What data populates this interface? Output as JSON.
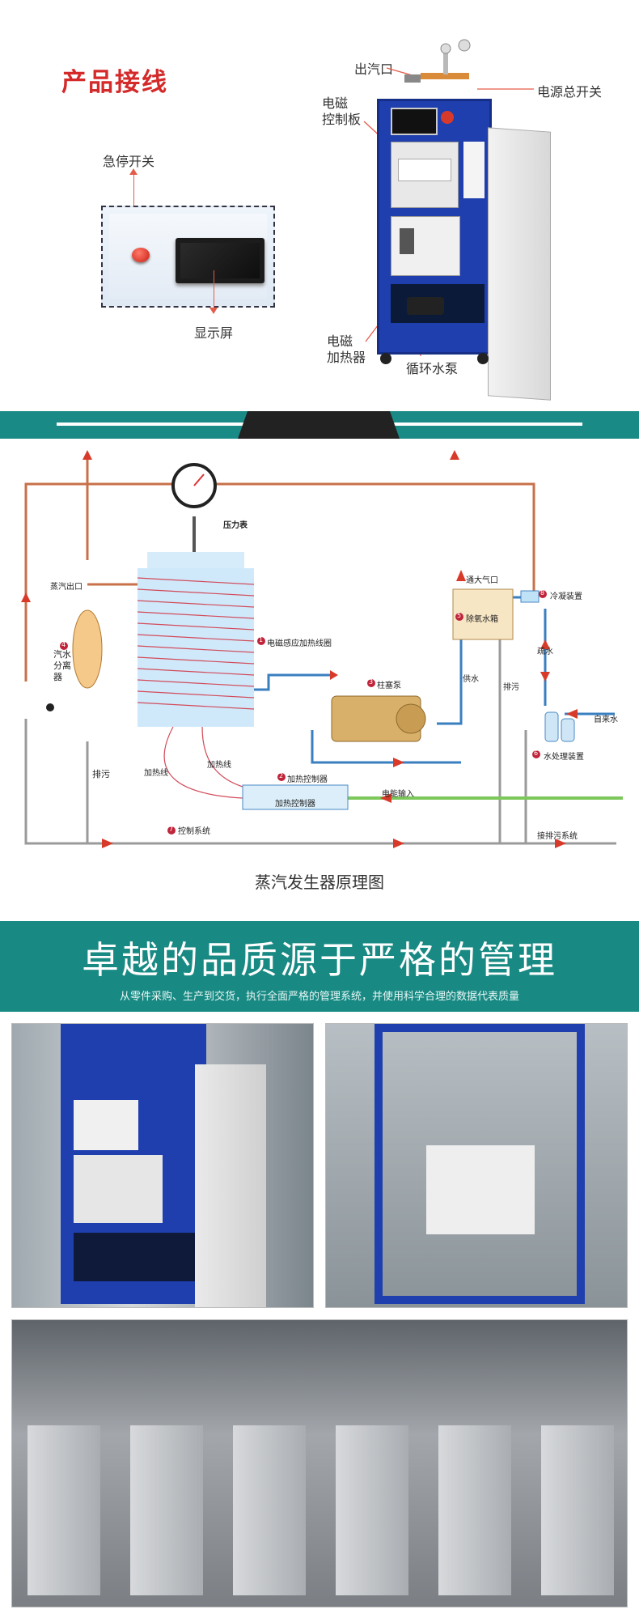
{
  "section1": {
    "title": "产品接线",
    "labels": {
      "estop": "急停开关",
      "display": "显示屏",
      "steam_outlet": "出汽口",
      "power_switch": "电源总开关",
      "control_board": "电磁\n控制板",
      "heater": "电磁\n加热器",
      "pump": "循环水泵"
    }
  },
  "diagram": {
    "caption": "蒸汽发生器原理图",
    "labels": {
      "pressure_gauge": "压力表",
      "steam_outlet": "蒸汽出口",
      "separator_num": "4",
      "separator": "汽水\n分离\n器",
      "drain_left": "排污",
      "coil_num": "1",
      "coil": "电磁感应加热线圈",
      "plunger_num": "3",
      "plunger": "柱塞泵",
      "heating_wire_1": "加热线",
      "heating_wire_2": "加热线",
      "heat_ctrl_num": "2",
      "heat_ctrl": "加热控制器",
      "heat_ctrl_box": "加热控制器",
      "power_input": "电能输入",
      "control_num": "7",
      "control_system": "控制系统",
      "vent": "通大气口",
      "deaerator_num": "5",
      "deaerator": "除氧水箱",
      "condenser_num": "8",
      "condenser": "冷凝装置",
      "supply": "供水",
      "drain_mid": "排污",
      "hydrophobic": "疏水",
      "tap_water": "自来水",
      "treat_num": "6",
      "treat": "水处理装置",
      "sewage": "接排污系统"
    }
  },
  "banner": {
    "title": "卓越的品质源于严格的管理",
    "subtitle": "从零件采购、生产到交货，执行全面严格的管理系统，并使用科学合理的数据代表质量"
  },
  "colors": {
    "teal": "#188a83",
    "red_title": "#d42a2a",
    "pipe_orange": "#c8704a",
    "pipe_blue": "#3a7fc0",
    "pipe_grey": "#9a9a9a",
    "power_green": "#7cc85a",
    "cabinet_blue": "#1f3fae"
  }
}
